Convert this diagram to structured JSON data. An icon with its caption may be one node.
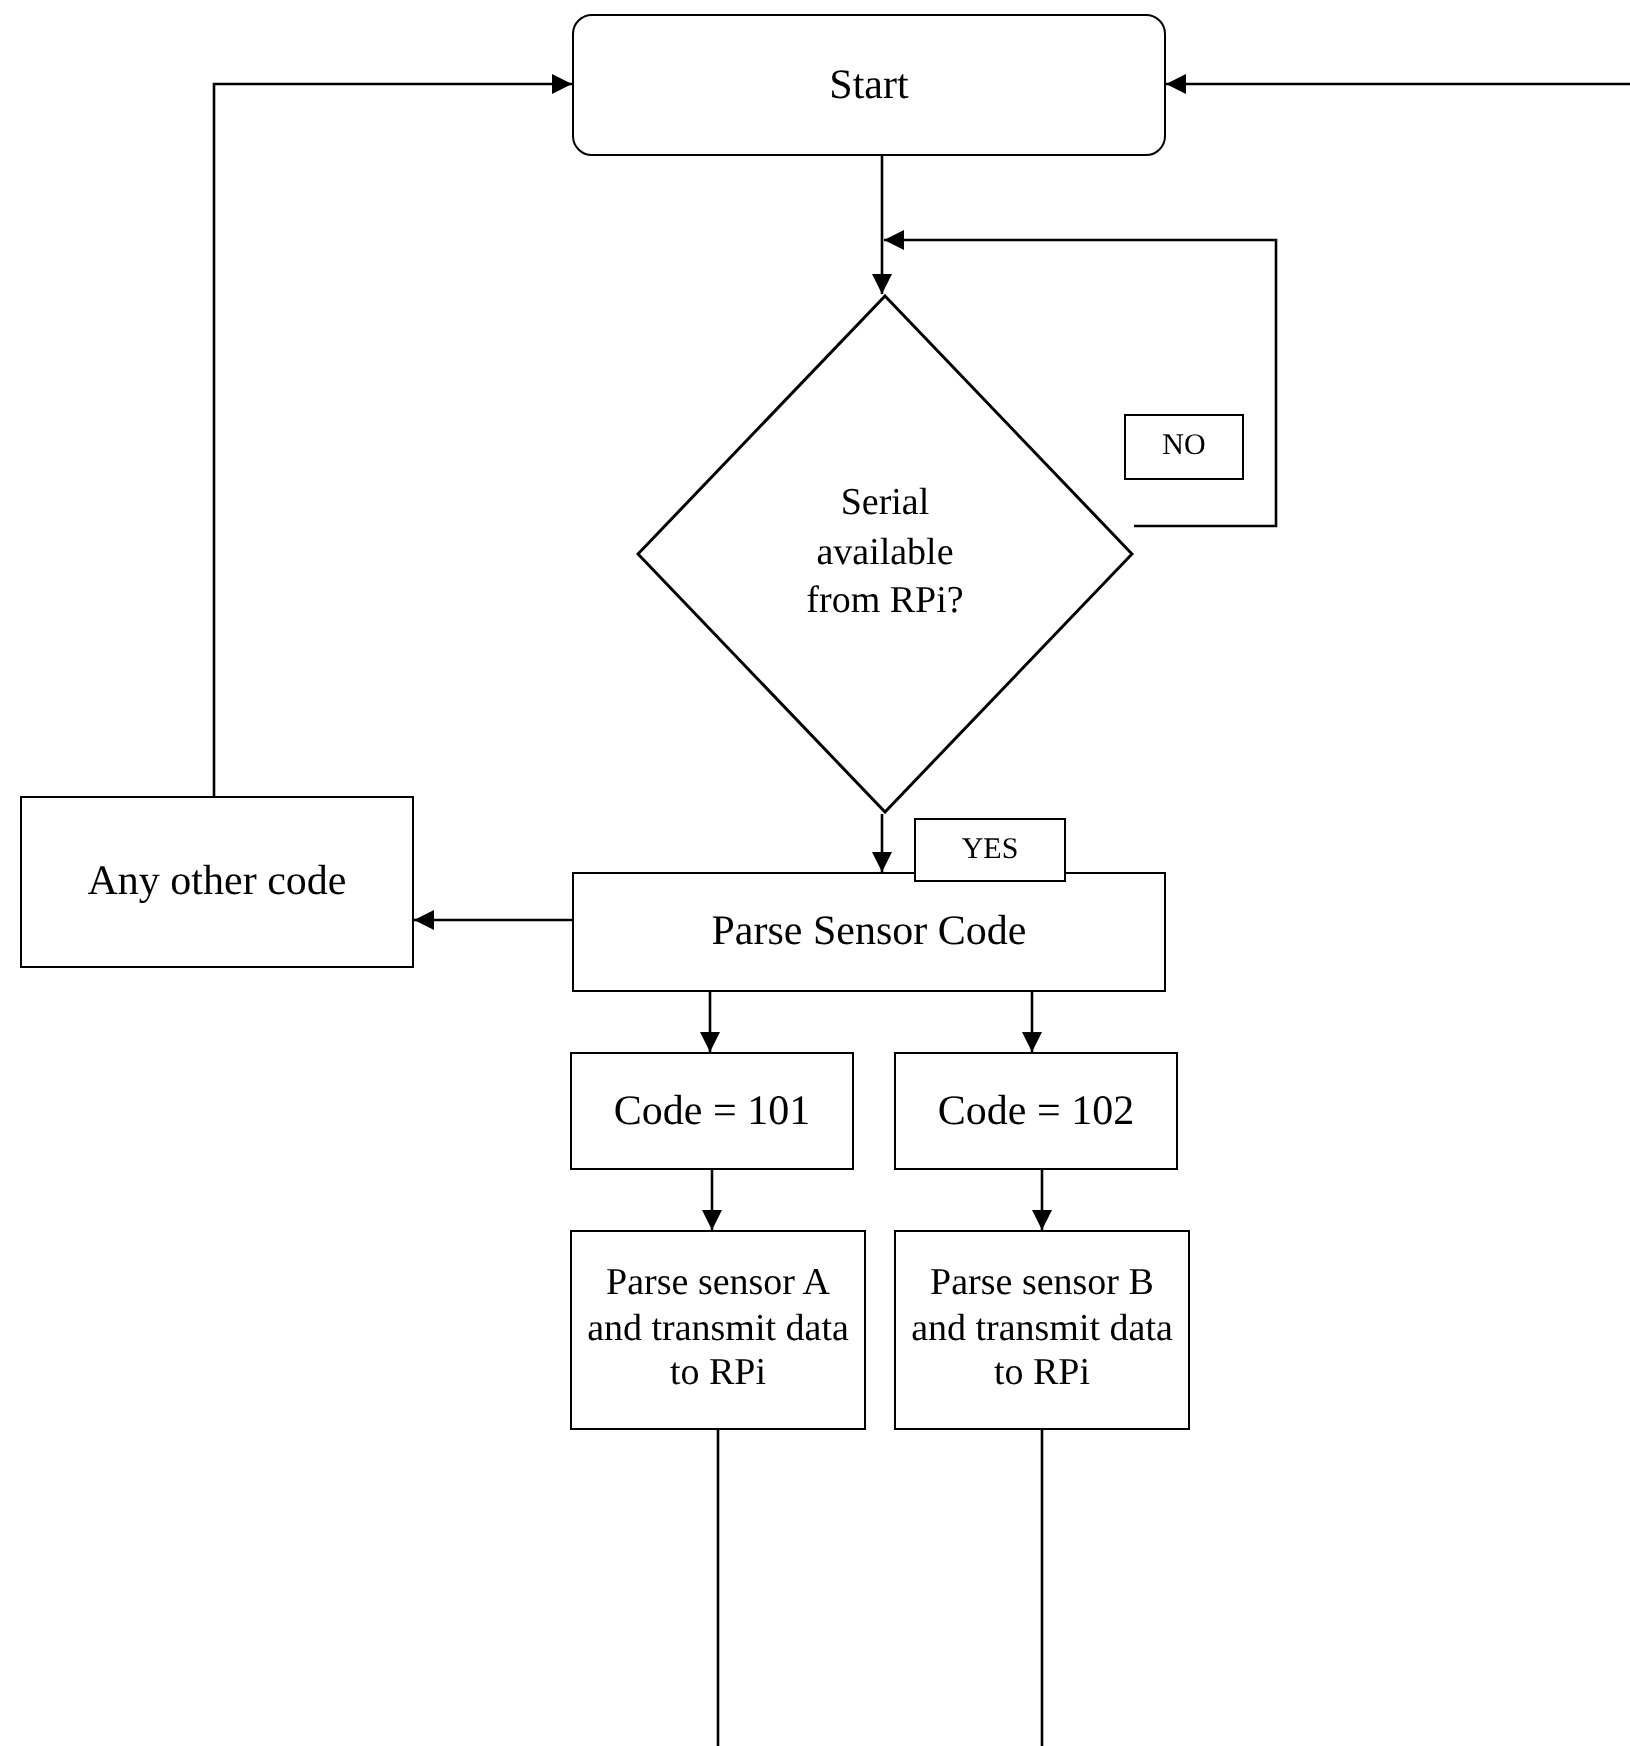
{
  "diagram": {
    "nodes": [
      {
        "text": [
          "Start"
        ]
      },
      {
        "text": [
          "Serial available from RPi?"
        ]
      },
      {
        "text": [
          "Any other code"
        ]
      },
      {
        "text": [
          "Parse Sensor Code"
        ]
      },
      {
        "text": [
          "Code = 101"
        ]
      },
      {
        "text": [
          "Code = 102"
        ]
      },
      {
        "text": [
          "Parse sensor A and transmit data to RPi"
        ]
      },
      {
        "text": [
          "Parse sensor B and transmit data to RPi"
        ]
      }
    ],
    "edges": [
      {
        "from": 0,
        "to": 1,
        "arrow": "to"
      },
      {
        "from": 1,
        "to": 1,
        "arrow": "to",
        "label": "NO"
      },
      {
        "from": 1,
        "to": 3,
        "arrow": "to",
        "label": "YES"
      },
      {
        "from": 3,
        "to": 2,
        "arrow": "to"
      },
      {
        "from": 2,
        "to": 0,
        "arrow": "to"
      },
      {
        "from": null,
        "to": 0,
        "arrow": "to"
      },
      {
        "from": 3,
        "to": 4,
        "arrow": "to"
      },
      {
        "from": 3,
        "to": 5,
        "arrow": "to"
      },
      {
        "from": 4,
        "to": 6,
        "arrow": "to"
      },
      {
        "from": 5,
        "to": 7,
        "arrow": "to"
      },
      {
        "from": 6,
        "to": null,
        "arrow": "none"
      },
      {
        "from": 7,
        "to": null,
        "arrow": "none"
      }
    ]
  }
}
